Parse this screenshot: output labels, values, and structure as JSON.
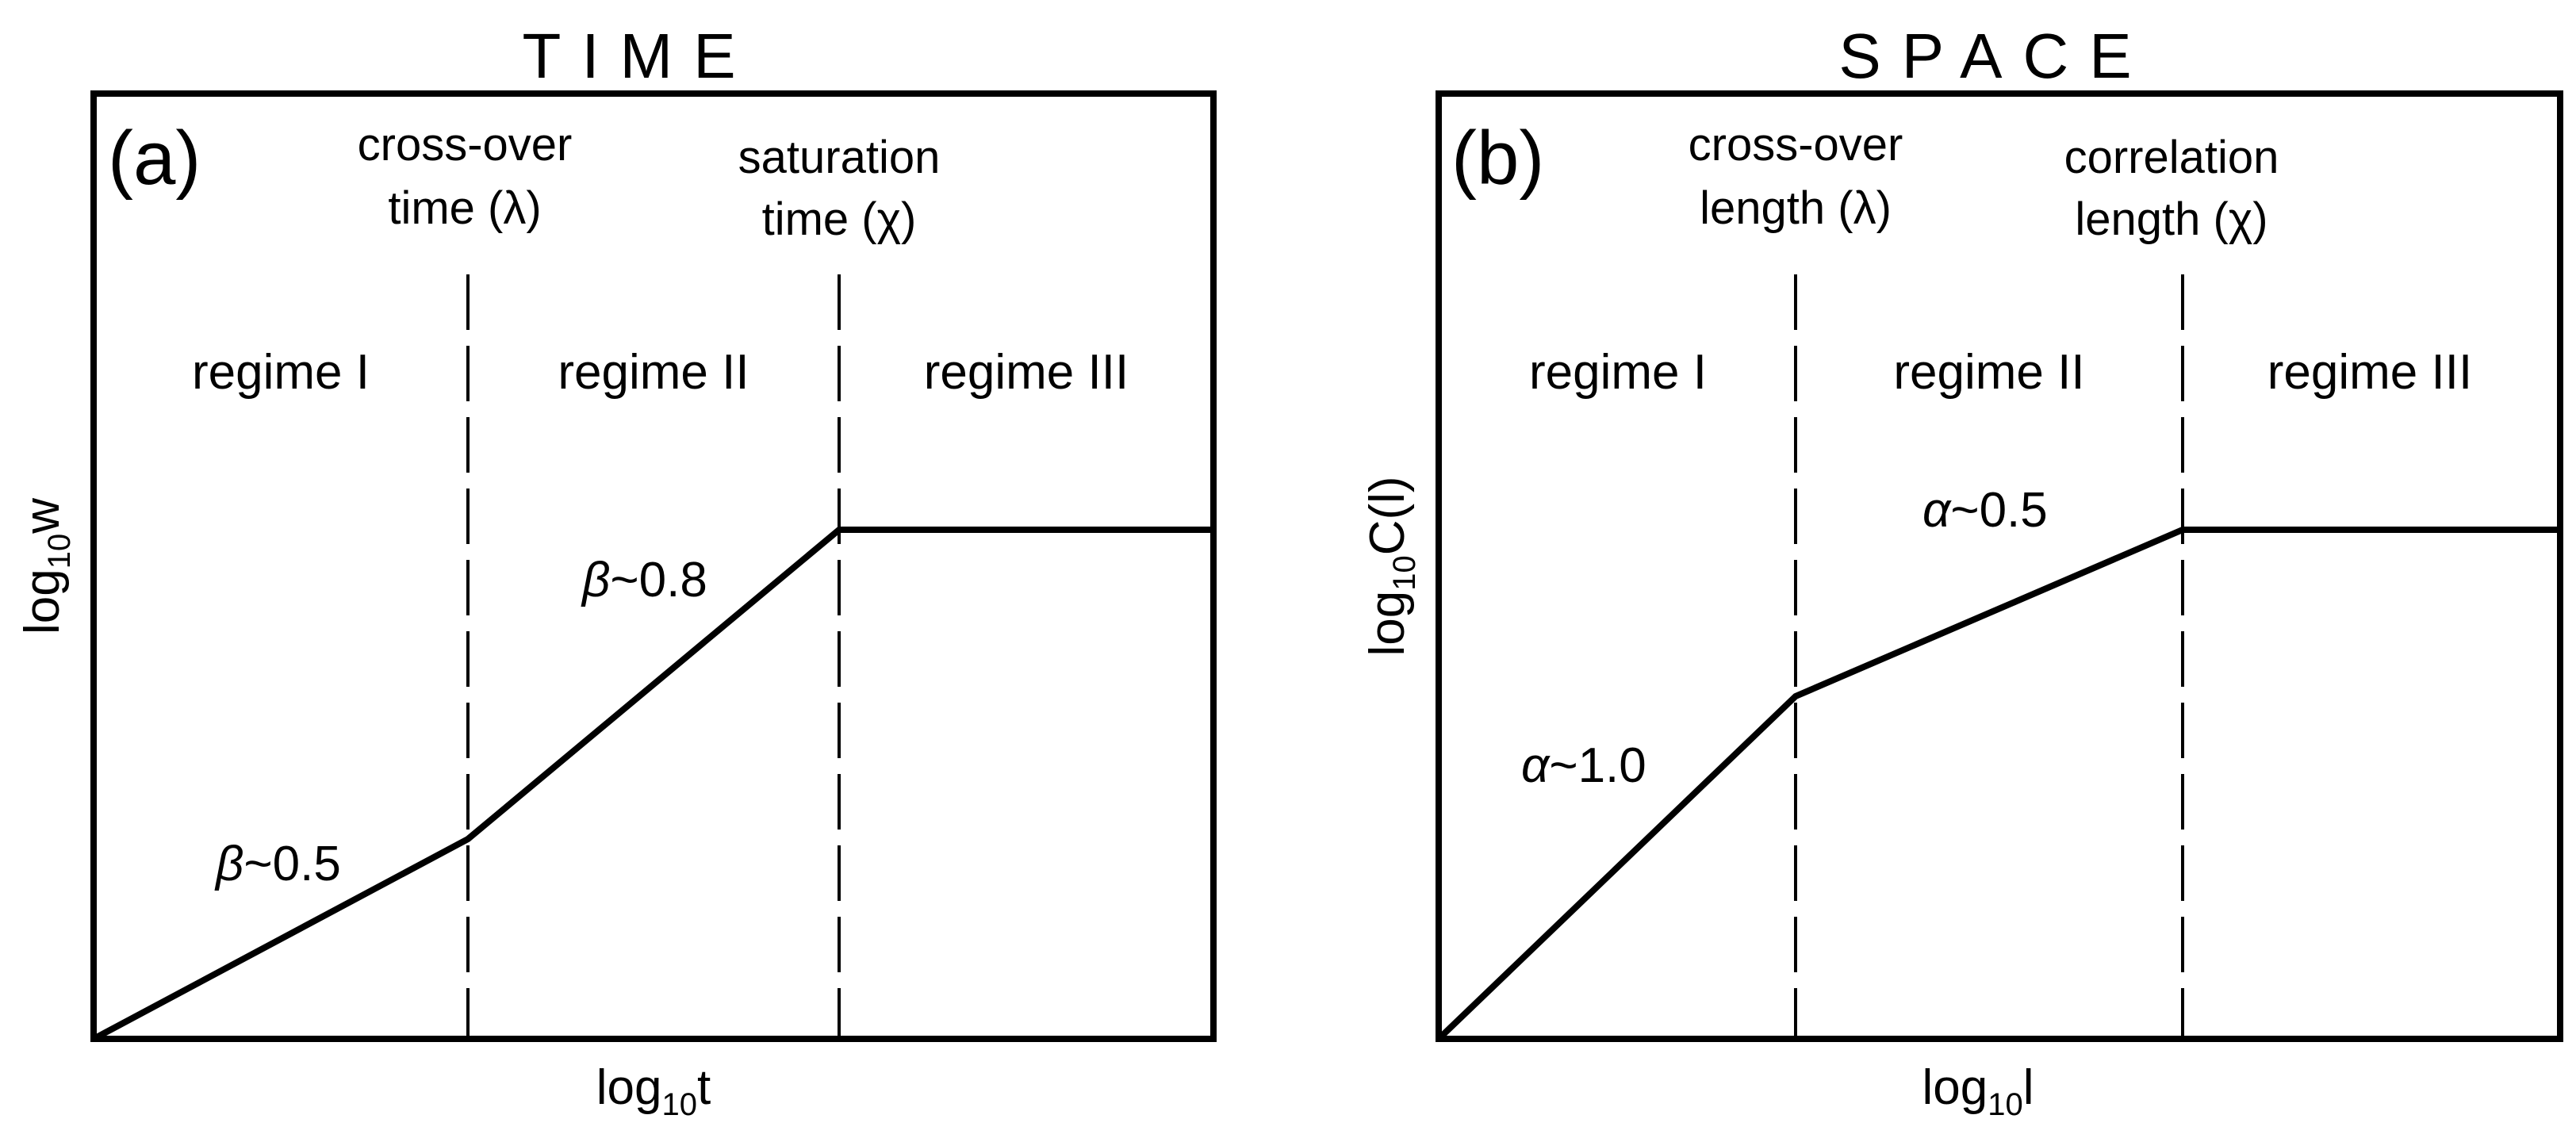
{
  "panels": [
    {
      "id": "a",
      "title": "TIME",
      "tag": "(a)",
      "boundary_labels": [
        {
          "line1": "cross-over",
          "line2": "time (λ)"
        },
        {
          "line1": "saturation",
          "line2": "time (χ)"
        }
      ],
      "regimes": [
        "regime I",
        "regime II",
        "regime III"
      ],
      "slopes": [
        {
          "symbol": "β",
          "text": "~0.5"
        },
        {
          "symbol": "β",
          "text": "~0.8"
        }
      ],
      "xlabel": {
        "base": "log",
        "sub": "10",
        "var": "t"
      },
      "ylabel": {
        "base": "log",
        "sub": "10",
        "var": "w"
      }
    },
    {
      "id": "b",
      "title": "SPACE",
      "tag": "(b)",
      "boundary_labels": [
        {
          "line1": "cross-over",
          "line2": "length (λ)"
        },
        {
          "line1": "correlation",
          "line2": "length (χ)"
        }
      ],
      "regimes": [
        "regime I",
        "regime II",
        "regime III"
      ],
      "slopes": [
        {
          "symbol": "α",
          "text": "~1.0"
        },
        {
          "symbol": "α",
          "text": "~0.5"
        }
      ],
      "xlabel": {
        "base": "log",
        "sub": "10",
        "var": "l"
      },
      "ylabel": {
        "base": "log",
        "sub": "10",
        "var": "C(l)"
      }
    }
  ],
  "colors": {
    "ink": "#000000",
    "background": "#ffffff"
  }
}
